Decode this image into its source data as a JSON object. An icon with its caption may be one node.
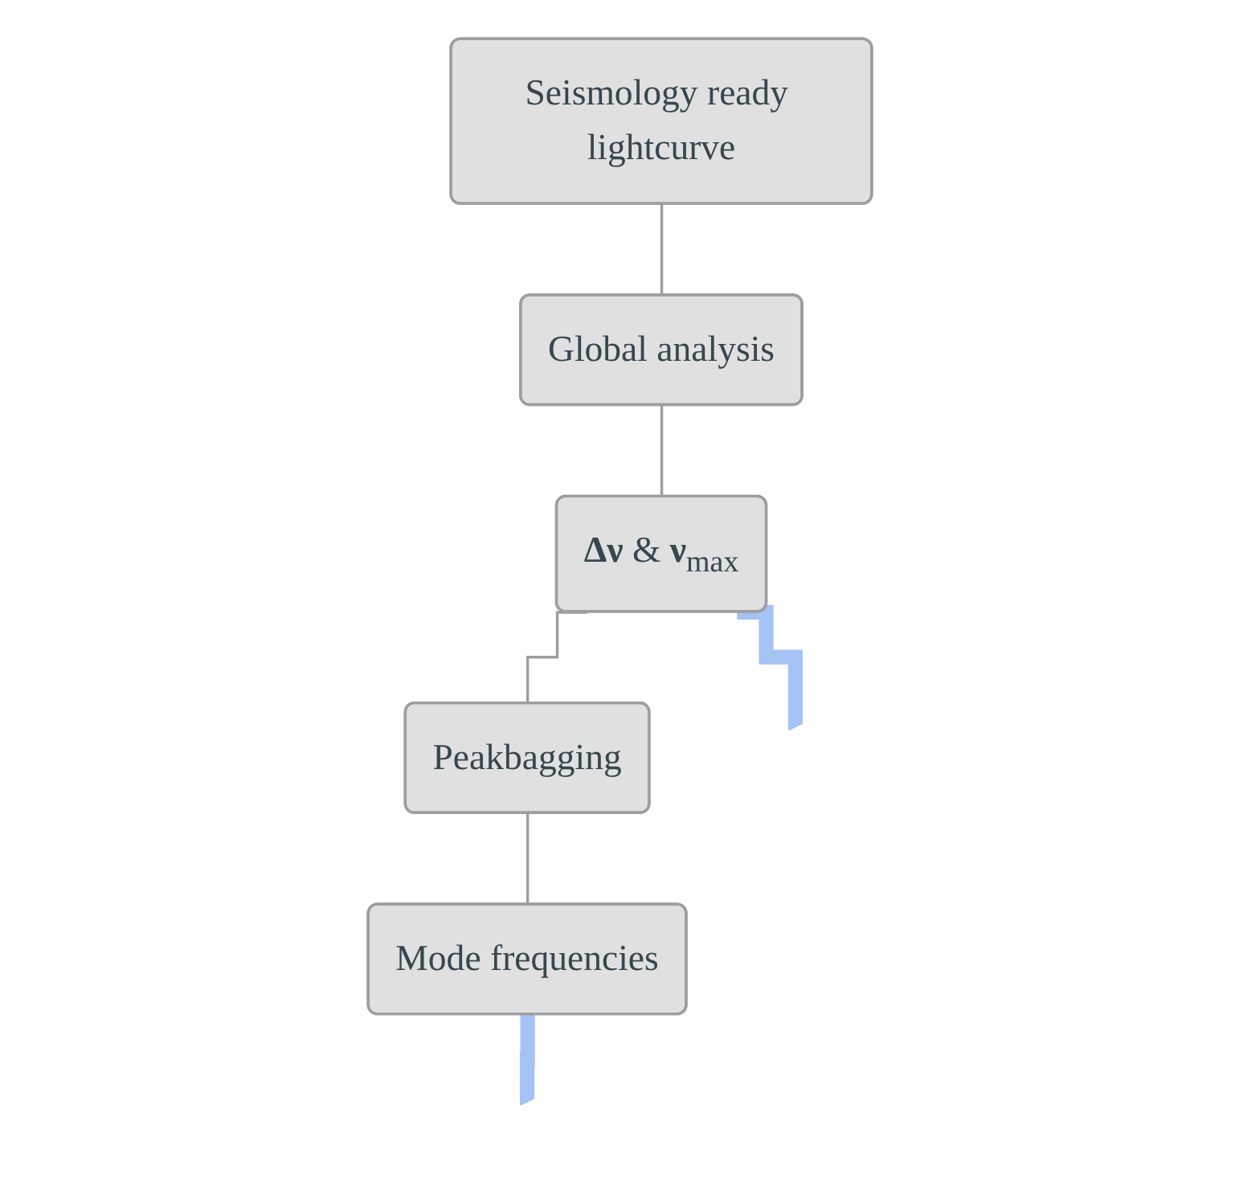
{
  "diagram": {
    "nodes": [
      {
        "text": [
          "Seismology ready lightcurve"
        ]
      },
      {
        "text": [
          "Global analysis"
        ]
      },
      {
        "text": [
          "**Δν** & **ν**$_{max}$"
        ]
      },
      {
        "text": [
          "Mode frequencies"
        ]
      },
      {
        "text": [
          "Peakbagging"
        ]
      }
    ],
    "edges": [
      {
        "from": 0,
        "to": 1,
        "arrow": "none"
      },
      {
        "from": 1,
        "to": 2,
        "arrow": "none"
      },
      {
        "from": 2,
        "to": 4,
        "arrow": "none"
      },
      {
        "from": 4,
        "to": 3,
        "arrow": "none"
      },
      {
        "from": 2,
        "to": null,
        "arrow": "to",
        "style": "thick",
        "color": "#a4c2f4"
      },
      {
        "from": 3,
        "to": null,
        "arrow": "to",
        "style": "thick",
        "color": "#a4c2f4"
      }
    ]
  }
}
